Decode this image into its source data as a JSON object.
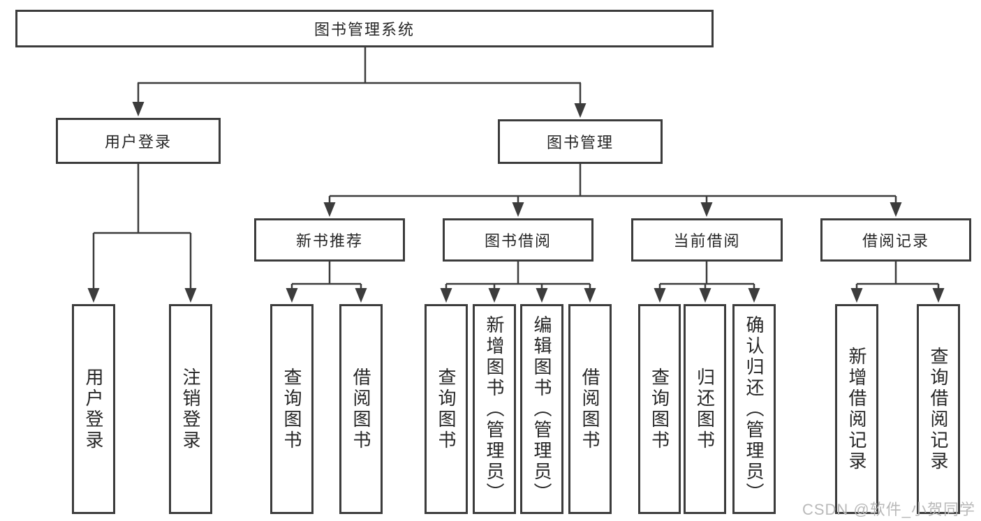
{
  "diagram": {
    "root": "图书管理系统",
    "login": {
      "label": "用户登录",
      "children": [
        "用户登录",
        "注销登录"
      ]
    },
    "management": {
      "label": "图书管理",
      "children": [
        {
          "label": "新书推荐",
          "children": [
            "查询图书",
            "借阅图书"
          ]
        },
        {
          "label": "图书借阅",
          "children": [
            "查询图书",
            "新增图书（管理员）",
            "编辑图书（管理员）",
            "借阅图书"
          ]
        },
        {
          "label": "当前借阅",
          "children": [
            "查询图书",
            "归还图书",
            "确认归还（管理员）"
          ]
        },
        {
          "label": "借阅记录",
          "children": [
            "新增借阅记录",
            "查询借阅记录"
          ]
        }
      ]
    }
  },
  "watermark": "CSDN @软件_小贺同学",
  "colors": {
    "line": "#3c3c3c",
    "border": "#3c3c3c",
    "text": "#262626",
    "watermark": "#b9b9b9",
    "background": "#ffffff"
  }
}
